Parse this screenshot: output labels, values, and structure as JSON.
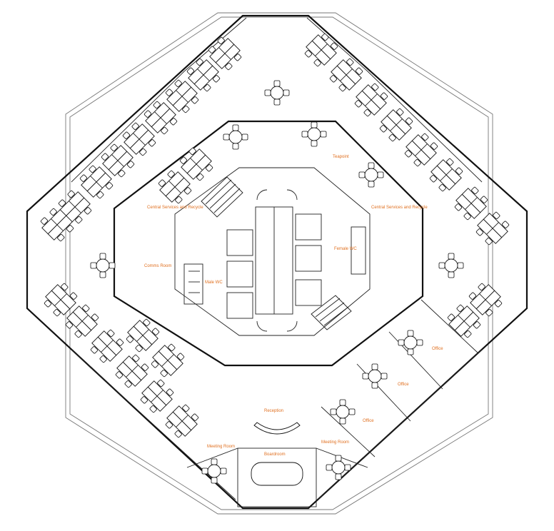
{
  "labels": {
    "teapoint": "Teapoint",
    "central_services_left": "Central Services and Recycle",
    "central_services_right": "Central Services and Recycle",
    "comms_room": "Comms Room",
    "male_wc": "Male WC",
    "female_wc": "Female WC",
    "office_1": "Office",
    "office_2": "Office",
    "office_3": "Office",
    "reception": "Reception",
    "meeting_room_left": "Meeting Room",
    "meeting_room_right": "Meeting Room",
    "boardroom": "Boardroom"
  },
  "colors": {
    "label": "#e07020",
    "wall": "#111111",
    "background": "#ffffff"
  }
}
